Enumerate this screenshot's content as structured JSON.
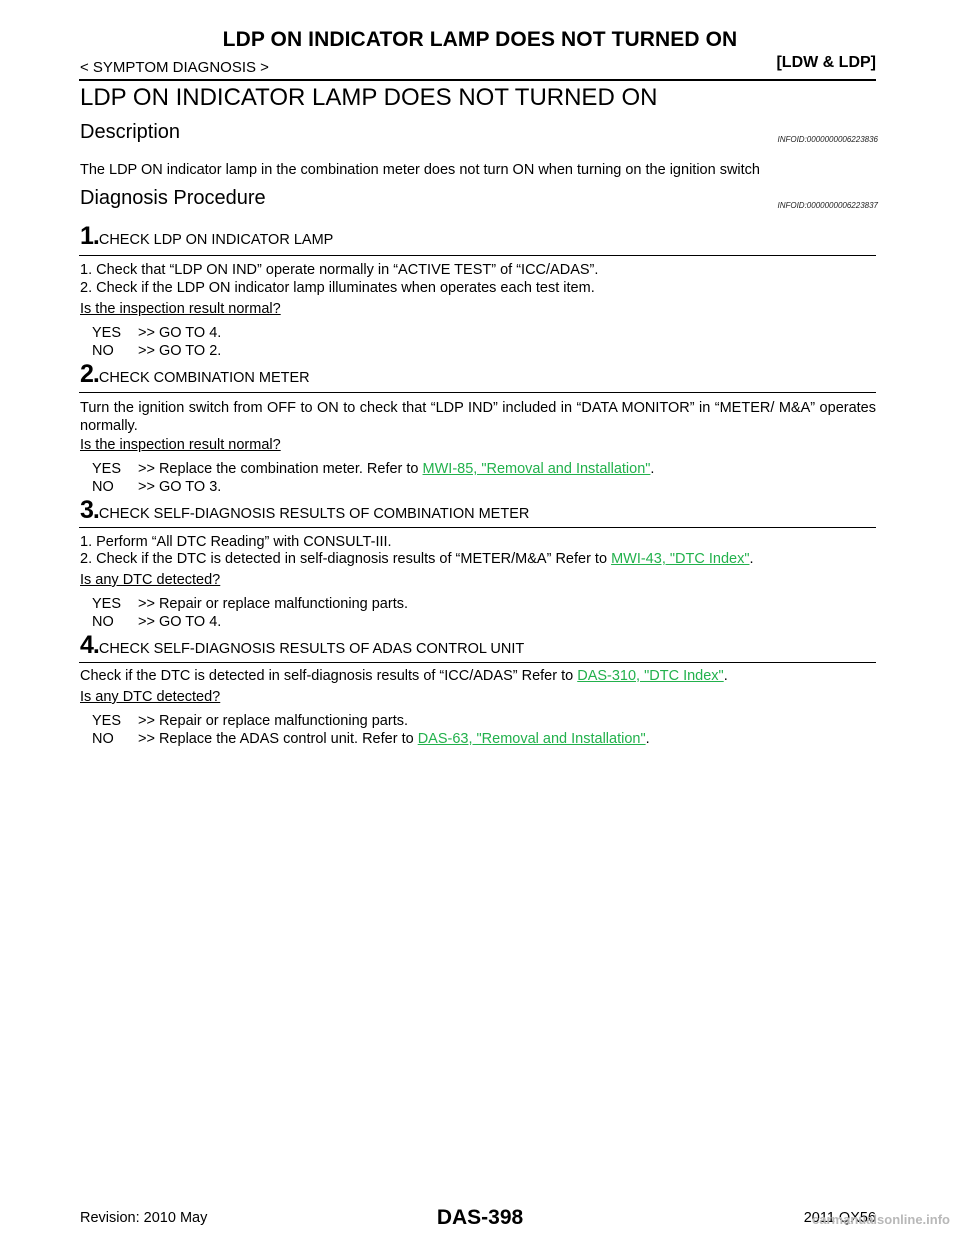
{
  "header": {
    "title": "LDP ON INDICATOR LAMP DOES NOT TURNED ON",
    "breadcrumb": "< SYMPTOM DIAGNOSIS >",
    "section": "[LDW & LDP]"
  },
  "page_heading": "LDP ON INDICATOR LAMP DOES NOT TURNED ON",
  "description": {
    "heading": "Description",
    "infoid": "INFOID:0000000006223836",
    "text": "The LDP ON indicator lamp in the combination meter does not turn ON when turning on the ignition switch"
  },
  "diagnosis": {
    "heading": "Diagnosis Procedure",
    "infoid": "INFOID:0000000006223837",
    "steps": [
      {
        "num": "1.",
        "title": "CHECK LDP ON INDICATOR LAMP",
        "lines": [
          "1. Check that “LDP ON IND” operate normally in “ACTIVE TEST” of “ICC/ADAS”.",
          "2. Check if the LDP ON indicator lamp illuminates when operates each test item."
        ],
        "question": "Is the inspection result normal?",
        "yes_label": "YES",
        "yes_text": ">> GO TO 4.",
        "no_label": "NO",
        "no_text": ">> GO TO 2."
      },
      {
        "num": "2.",
        "title": "CHECK COMBINATION METER",
        "text": "Turn the ignition switch from OFF to ON to check that “LDP IND” included in “DATA MONITOR” in “METER/ M&A” operates normally.",
        "question": "Is the inspection result normal?",
        "yes_label": "YES",
        "yes_text": ">> Replace the combination meter. Refer to ",
        "yes_link": "MWI-85, \"Removal and Installation\"",
        "yes_after": ".",
        "no_label": "NO",
        "no_text": ">> GO TO 3."
      },
      {
        "num": "3.",
        "title": "CHECK SELF-DIAGNOSIS RESULTS OF COMBINATION METER",
        "line1": "1. Perform “All DTC Reading” with CONSULT-III.",
        "line2_text": "2. Check if the DTC is detected in self-diagnosis results of “METER/M&A” Refer to ",
        "line2_link": "MWI-43, \"DTC Index\"",
        "line2_after": ".",
        "question": "Is any DTC detected?",
        "yes_label": "YES",
        "yes_text": ">> Repair or replace malfunctioning parts.",
        "no_label": "NO",
        "no_text": ">> GO TO 4."
      },
      {
        "num": "4.",
        "title": "CHECK SELF-DIAGNOSIS RESULTS OF ADAS CONTROL UNIT",
        "line_text": "Check if the DTC is detected in self-diagnosis results of “ICC/ADAS” Refer to ",
        "line_link": "DAS-310, \"DTC Index\"",
        "line_after": ".",
        "question": "Is any DTC detected?",
        "yes_label": "YES",
        "yes_text": ">> Repair or replace malfunctioning parts.",
        "no_label": "NO",
        "no_text": ">> Replace the ADAS control unit. Refer to ",
        "no_link": "DAS-63, \"Removal and Installation\"",
        "no_after": "."
      }
    ]
  },
  "footer": {
    "revision": "Revision: 2010 May",
    "page": "DAS-398",
    "model": "2011 QX56",
    "watermark": "carmanualsonline.info"
  },
  "colors": {
    "link": "#22b14c",
    "text": "#000000",
    "watermark": "#b8b8b8"
  }
}
